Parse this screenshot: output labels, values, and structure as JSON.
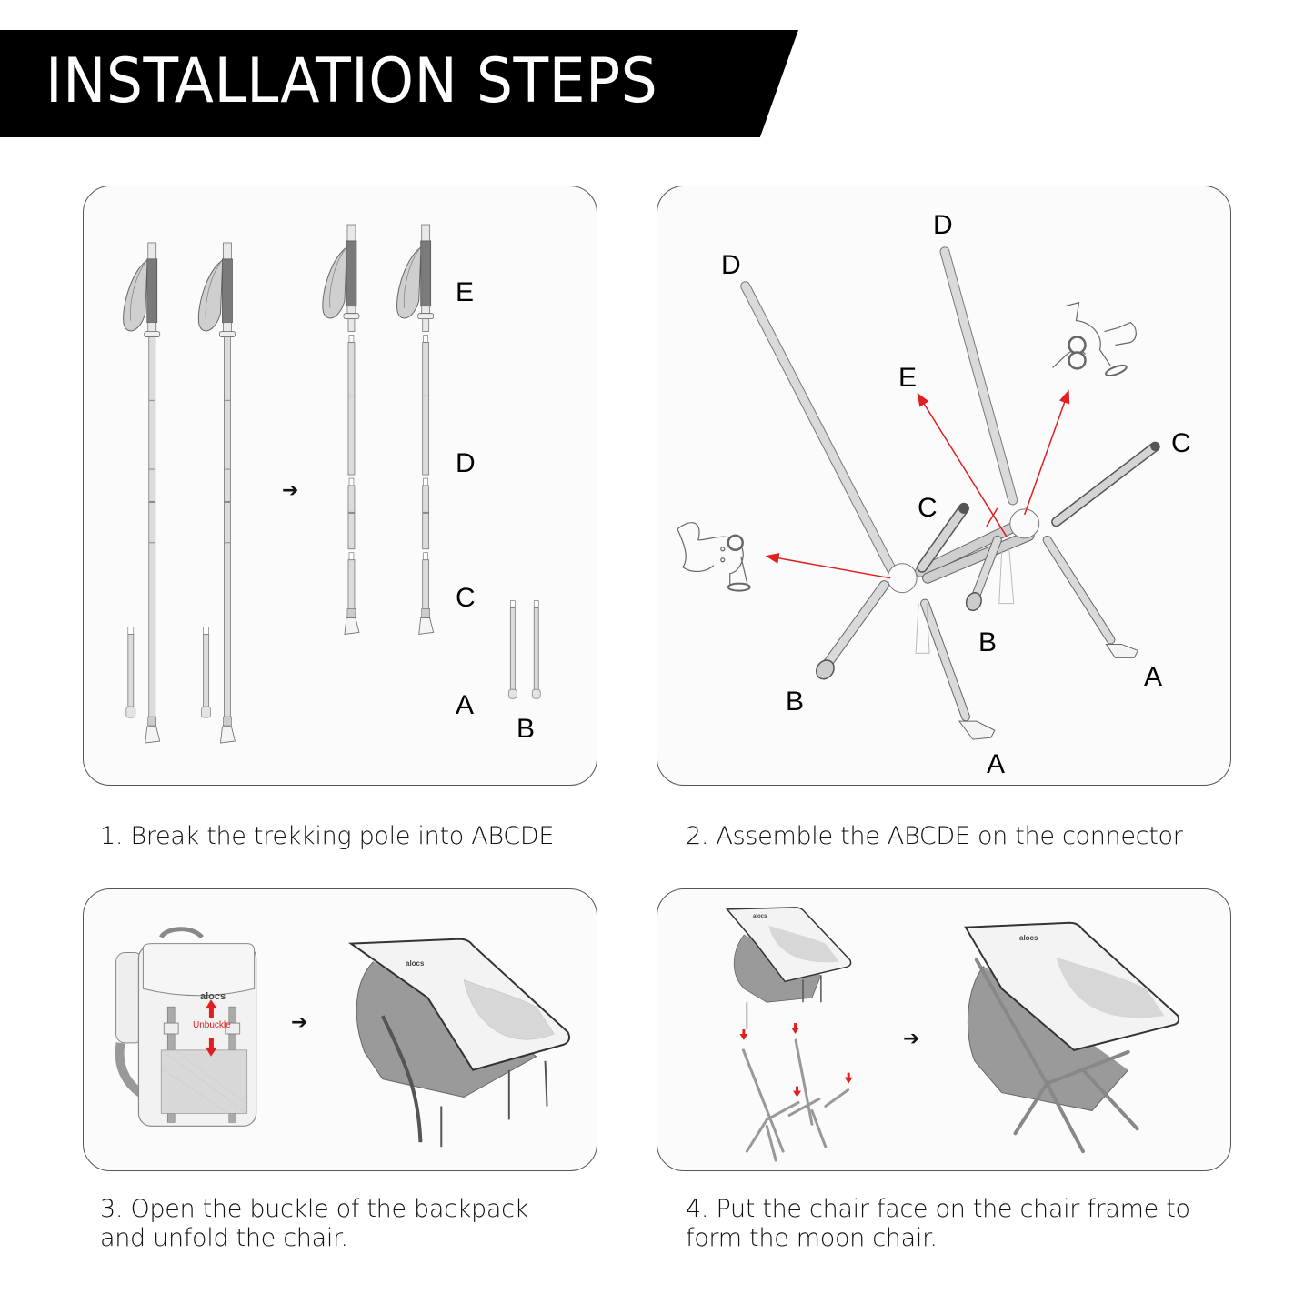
{
  "header": {
    "title": "INSTALLATION STEPS"
  },
  "steps": [
    {
      "number": 1,
      "caption": "1. Break the trekking pole into ABCDE",
      "labels": {
        "E": "E",
        "D": "D",
        "C": "C",
        "A": "A",
        "B": "B"
      },
      "arrow": "➔"
    },
    {
      "number": 2,
      "caption": "2. Assemble the ABCDE on the connector",
      "labels": {
        "D_left": "D",
        "D_right": "D",
        "E": "E",
        "C_left": "C",
        "C_right": "C",
        "B_left": "B",
        "B_mid": "B",
        "A_left": "A",
        "A_right": "A"
      }
    },
    {
      "number": 3,
      "caption_line1": "3. Open the buckle of the backpack",
      "caption_line2": "and unfold the chair.",
      "unbuckle_label": "Unbuckle",
      "brand": "alocs",
      "arrow": "➔"
    },
    {
      "number": 4,
      "caption_line1": "4. Put the chair face on the chair frame to",
      "caption_line2": "form the moon chair.",
      "brand": "alocs",
      "arrow": "➔"
    }
  ],
  "colors": {
    "banner_bg": "#000000",
    "banner_text": "#ffffff",
    "panel_bg": "#fbfbfb",
    "panel_border": "#555555",
    "accent_red": "#e02020",
    "pole_gray": "#d6d6d6",
    "grip_gray": "#777777"
  }
}
